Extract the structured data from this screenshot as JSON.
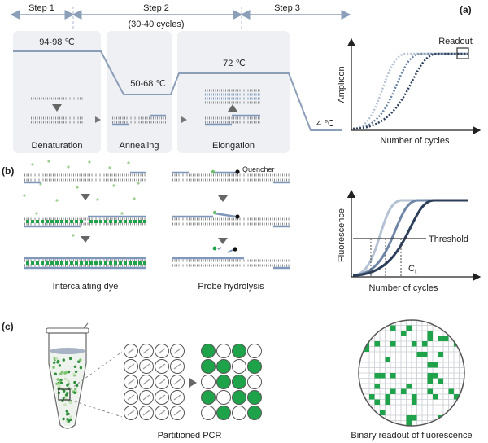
{
  "panels": {
    "a": "(a)",
    "b": "(b)",
    "c": "(c)"
  },
  "steps": {
    "step1": "Step 1",
    "step2": "Step 2",
    "step3": "Step 3",
    "cycles": "(30-40 cycles)"
  },
  "temps": {
    "denat": "94-98 ℃",
    "anneal": "50-68 ℃",
    "elong": "72 ℃",
    "hold": "4 ℃"
  },
  "stages": {
    "denaturation": "Denaturation",
    "annealing": "Annealing",
    "elongation": "Elongation"
  },
  "amplicon_chart": {
    "ylabel": "Amplicon",
    "xlabel": "Number of cycles",
    "readout": "Readout"
  },
  "methods": {
    "intercalating": "Intercalating dye",
    "probe": "Probe hydrolysis",
    "quencher": "Quencher"
  },
  "fluor_chart": {
    "ylabel": "Fluorescence",
    "xlabel": "Number of cycles",
    "threshold": "Threshold",
    "ct": "C",
    "ct_sub": "t"
  },
  "digital": {
    "partitioned": "Partitioned PCR",
    "binary": "Binary readout of fluorescence"
  },
  "colors": {
    "line": "#8c9fb8",
    "box": "#eef0f4",
    "green": "#1fa34a",
    "dark": "#2c3e5a",
    "mid": "#6f86a6",
    "light": "#b4c2d4",
    "strand_gray": "#8a8a8a",
    "strand_blue": "#7f97ba"
  },
  "digital_grid": {
    "positives": [
      1,
      0,
      1,
      0,
      1,
      1,
      0,
      1,
      0,
      1,
      1,
      0,
      1,
      0,
      1,
      1,
      0,
      1,
      0,
      1
    ]
  }
}
